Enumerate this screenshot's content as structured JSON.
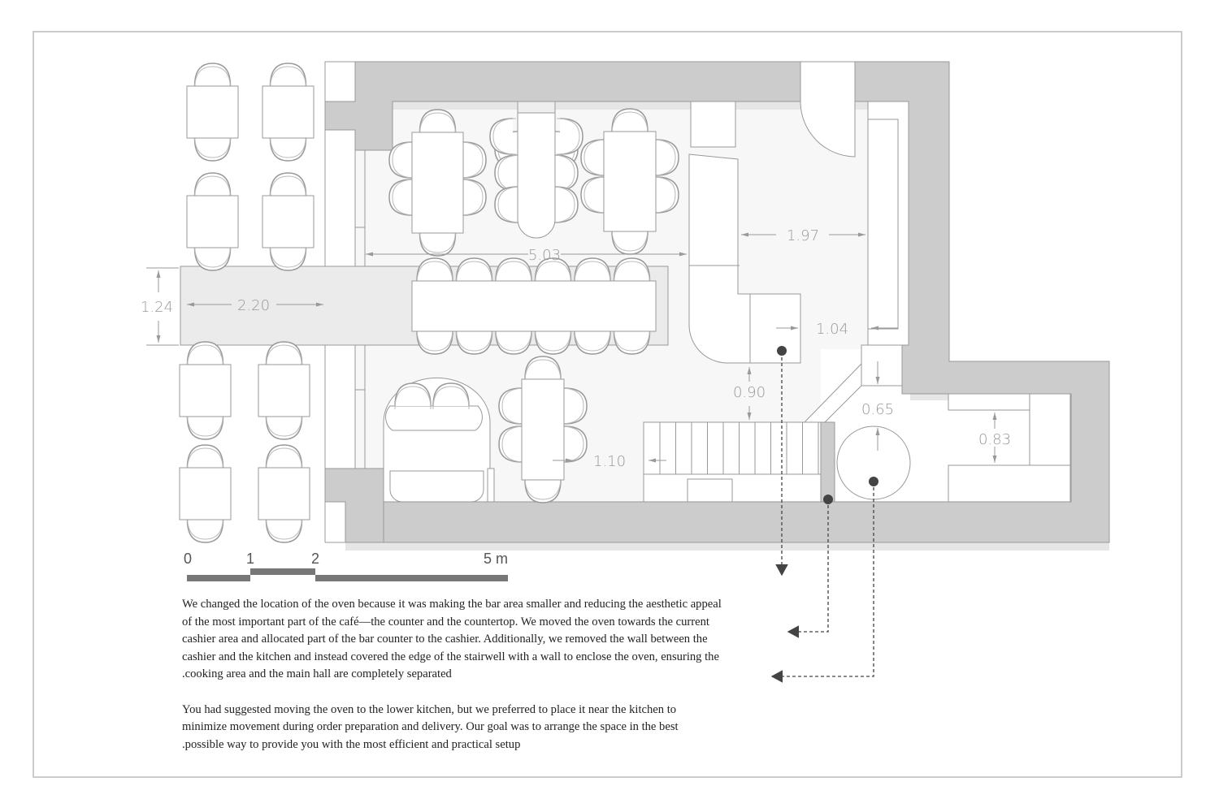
{
  "dimensions": {
    "d503": "5.03",
    "d197": "1.97",
    "d104": "1.04",
    "d090": "0.90",
    "d065": "0.65",
    "d083": "0.83",
    "d110": "1.10",
    "d220": "2.20",
    "d124": "1.24"
  },
  "scale_bar": {
    "t0": "0",
    "t1": "1",
    "t2": "2",
    "t5": "5 m"
  },
  "notes": {
    "paragraph1": [
      "We changed the location of the oven because it was making the bar area smaller and reducing the aesthetic appeal",
      "of the most important part of the café—the counter and the countertop. We moved the oven towards the current",
      "cashier area and allocated part of the bar counter to the cashier. Additionally, we removed the wall between the",
      "cashier and the kitchen and instead covered the edge of the stairwell with a wall to enclose the oven, ensuring the",
      ".cooking area and the main hall are completely separated"
    ],
    "paragraph2": [
      "You had suggested moving the oven to the lower kitchen, but we preferred to place it near the kitchen to",
      "minimize movement during order preparation and delivery. Our goal was to arrange the space in the best",
      ".possible way to provide you with the most efficient and practical setup"
    ]
  },
  "colors": {
    "wall": "#cccccc",
    "line": "#888888",
    "floor": "#f7f7f7",
    "marker": "#444444"
  }
}
